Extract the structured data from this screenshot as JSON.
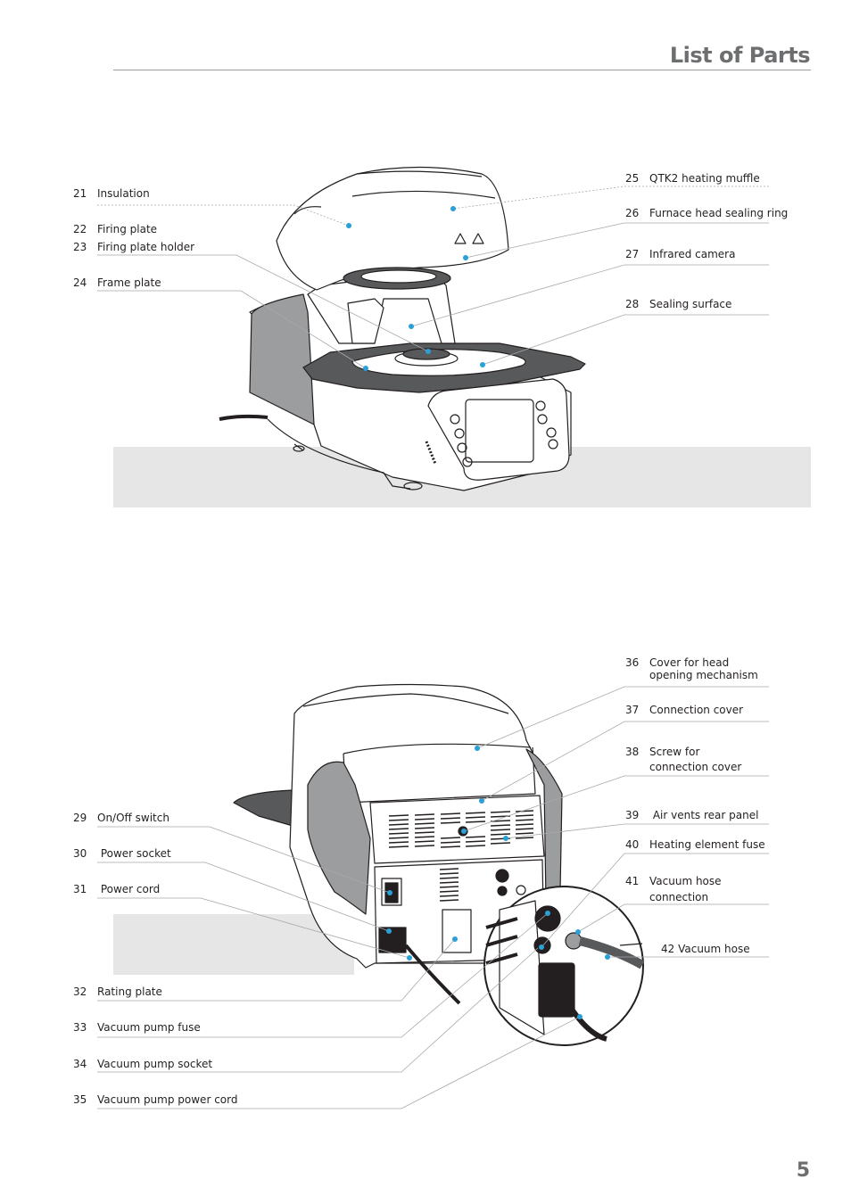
{
  "header": {
    "title": "List of Parts"
  },
  "page_number": "5",
  "figure_top": {
    "labels_left": [
      {
        "num": "21",
        "text": "Insulation"
      },
      {
        "num": "22",
        "text": "Firing plate"
      },
      {
        "num": "23",
        "text": "Firing plate holder"
      },
      {
        "num": "24",
        "text": "Frame plate"
      }
    ],
    "labels_right": [
      {
        "num": "25",
        "text": "QTK2 heating muffle"
      },
      {
        "num": "26",
        "text": "Furnace head sealing ring"
      },
      {
        "num": "27",
        "text": "Infrared camera"
      },
      {
        "num": "28",
        "text": "Sealing surface"
      }
    ]
  },
  "figure_bottom": {
    "labels_left": [
      {
        "num": "29",
        "text": "On/Off switch"
      },
      {
        "num": "30",
        "text": " Power socket"
      },
      {
        "num": "31",
        "text": " Power cord"
      },
      {
        "num": "32",
        "text": "Rating plate"
      },
      {
        "num": "33",
        "text": "Vacuum pump fuse"
      },
      {
        "num": "34",
        "text": "Vacuum pump socket"
      },
      {
        "num": "35",
        "text": "Vacuum pump power cord"
      }
    ],
    "labels_right": [
      {
        "num": "36",
        "line1": "Cover for head",
        "line2": "opening mechanism"
      },
      {
        "num": "37",
        "line1": "Connection cover"
      },
      {
        "num": "38",
        "line1": "Screw for",
        "line2": "connection cover"
      },
      {
        "num": "39",
        "line1": " Air vents rear panel"
      },
      {
        "num": "40",
        "line1": "Heating element fuse"
      },
      {
        "num": "41",
        "line1": "Vacuum hose",
        "line2": "connection"
      },
      {
        "num": "42",
        "line1": "42 Vacuum hose"
      }
    ]
  },
  "colors": {
    "callout_dot": "#2a9fd8",
    "leader_line": "#a7a9ac",
    "band": "#e6e6e6",
    "housing": "#9c9d9f",
    "title": "#6d6e70"
  }
}
